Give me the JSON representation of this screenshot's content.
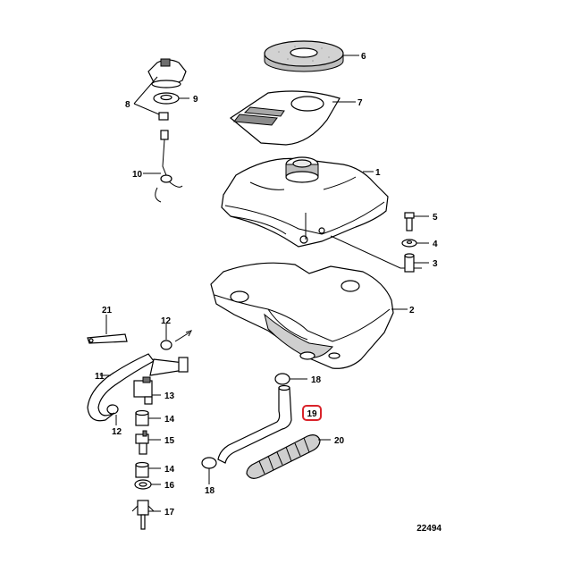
{
  "diagram": {
    "id_label": "22494",
    "highlight_color": "#d9232a",
    "callouts": [
      {
        "key": "c1",
        "label": "1"
      },
      {
        "key": "c2",
        "label": "2"
      },
      {
        "key": "c3",
        "label": "3"
      },
      {
        "key": "c4",
        "label": "4"
      },
      {
        "key": "c5",
        "label": "5"
      },
      {
        "key": "c6",
        "label": "6"
      },
      {
        "key": "c7",
        "label": "7"
      },
      {
        "key": "c8",
        "label": "8"
      },
      {
        "key": "c9",
        "label": "9"
      },
      {
        "key": "c10",
        "label": "10"
      },
      {
        "key": "c11",
        "label": "11"
      },
      {
        "key": "c12a",
        "label": "12"
      },
      {
        "key": "c12b",
        "label": "12"
      },
      {
        "key": "c13",
        "label": "13"
      },
      {
        "key": "c14a",
        "label": "14"
      },
      {
        "key": "c14b",
        "label": "14"
      },
      {
        "key": "c15",
        "label": "15"
      },
      {
        "key": "c16",
        "label": "16"
      },
      {
        "key": "c17",
        "label": "17"
      },
      {
        "key": "c18a",
        "label": "18"
      },
      {
        "key": "c18b",
        "label": "18"
      },
      {
        "key": "c19",
        "label": "19",
        "highlighted": true
      },
      {
        "key": "c20",
        "label": "20"
      },
      {
        "key": "c21",
        "label": "21"
      }
    ]
  }
}
